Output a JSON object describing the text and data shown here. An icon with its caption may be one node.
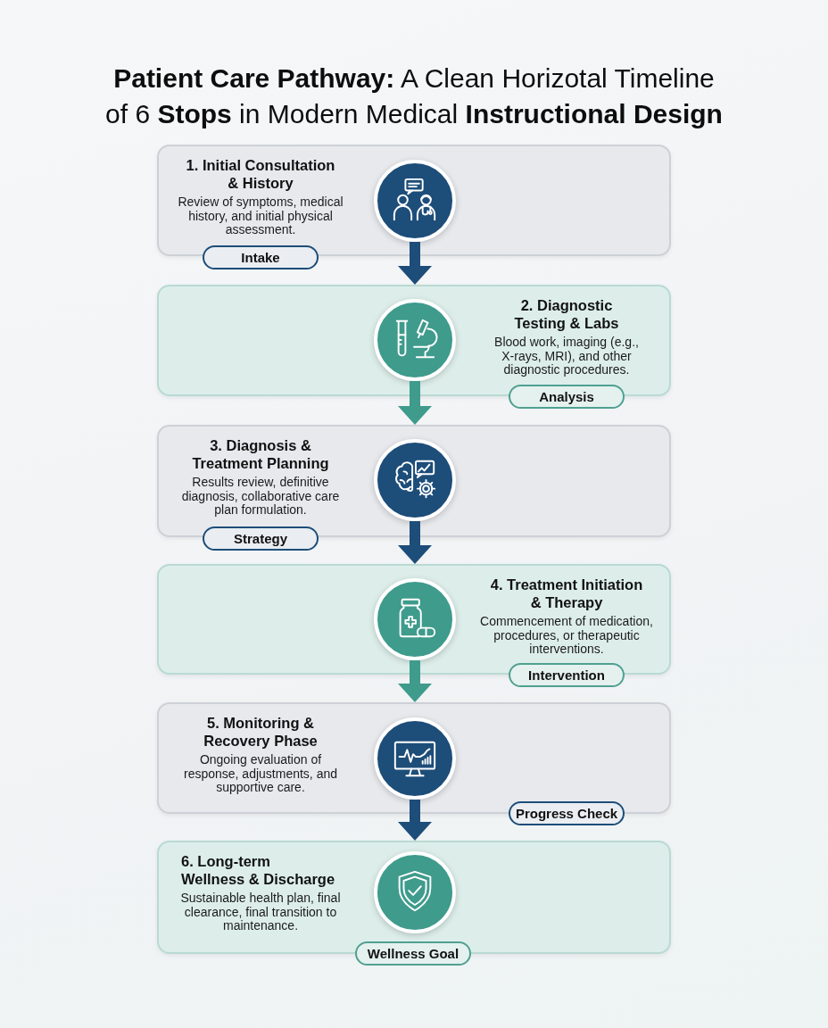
{
  "diagram": {
    "title": "**Patient Care Pathway:** A Clean Horizotal Timeline of 6 **Stops** in Modern Medical **Instructional Design**",
    "nodes": [
      {
        "text": [
          "1. Initial Consultation & History",
          "Review of symptoms, medical history, and initial physical assessment."
        ]
      },
      {
        "text": [],
        "shape": "circle",
        "in": 0
      },
      {
        "text": [
          "Intake"
        ]
      },
      {
        "text": [
          "2. Diagnostic Testing & Labs",
          "Blood work, imaging (e.g., X-rays, MRI), and other diagnostic procedures."
        ]
      },
      {
        "text": [],
        "shape": "circle",
        "in": 3
      },
      {
        "text": [
          "Analysis"
        ]
      },
      {
        "text": [
          "3. Diagnosis & Treatment Planning",
          "Results review, definitive diagnosis, collaborative care plan formulation."
        ]
      },
      {
        "text": [],
        "shape": "circle",
        "in": 6
      },
      {
        "text": [
          "Strategy"
        ]
      },
      {
        "text": [
          "4. Treatment Initiation & Therapy",
          "Commencement of medication, procedures, or therapeutic interventions."
        ]
      },
      {
        "text": [],
        "shape": "circle",
        "in": 9
      },
      {
        "text": [
          "Intervention"
        ]
      },
      {
        "text": [
          "5. Monitoring & Recovery Phase",
          "Ongoing evaluation of response, adjustments, and supportive care."
        ]
      },
      {
        "text": [],
        "shape": "circle",
        "in": 12
      },
      {
        "text": [
          "Progress Check"
        ]
      },
      {
        "text": [
          "6. Long-term Wellness & Discharge",
          "Sustainable health plan, final clearance, final transition to maintenance."
        ]
      },
      {
        "text": [],
        "shape": "circle",
        "in": 15
      },
      {
        "text": [
          "Wellness Goal"
        ]
      }
    ],
    "edges": [
      {
        "from": 1,
        "to": 3,
        "arrow": "to"
      },
      {
        "from": 4,
        "to": 6,
        "arrow": "to",
        "color": "#3f9b8c"
      },
      {
        "from": 7,
        "to": 9,
        "arrow": "to"
      },
      {
        "from": 10,
        "to": 12,
        "arrow": "to",
        "color": "#3f9b8c"
      },
      {
        "from": 13,
        "to": 15,
        "arrow": "to"
      }
    ]
  }
}
